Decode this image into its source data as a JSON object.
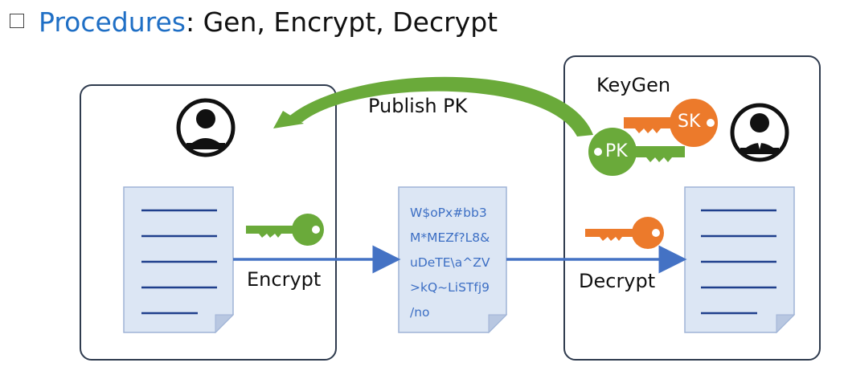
{
  "title": {
    "keyword": "Procedures",
    "rest": ": Gen, Encrypt, Decrypt"
  },
  "labels": {
    "keygen": "KeyGen",
    "publish_pk": "Publish PK",
    "encrypt": "Encrypt",
    "decrypt": "Decrypt",
    "pk": "PK",
    "sk": "SK"
  },
  "ciphertext": [
    "W$oPx#bb3",
    "M*MEZf?L8&",
    "uDeTE\\a^ZV",
    ">kQ~LiSTfj9",
    "/no"
  ],
  "colors": {
    "accent": "#1f6fc5",
    "public_key": "#6aaa3a",
    "secret_key": "#ec7a2b",
    "arrow": "#4472c4",
    "document_fill": "#dce6f4"
  }
}
